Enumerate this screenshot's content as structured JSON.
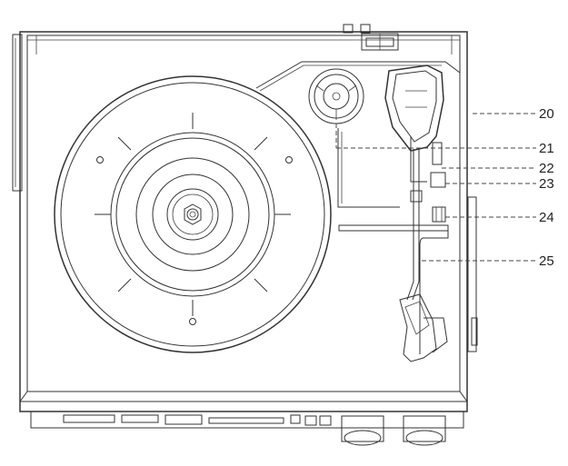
{
  "callouts": [
    {
      "id": "20",
      "label": "20"
    },
    {
      "id": "21",
      "label": "21"
    },
    {
      "id": "22",
      "label": "22"
    },
    {
      "id": "23",
      "label": "23"
    },
    {
      "id": "24",
      "label": "24"
    },
    {
      "id": "25",
      "label": "25"
    }
  ]
}
